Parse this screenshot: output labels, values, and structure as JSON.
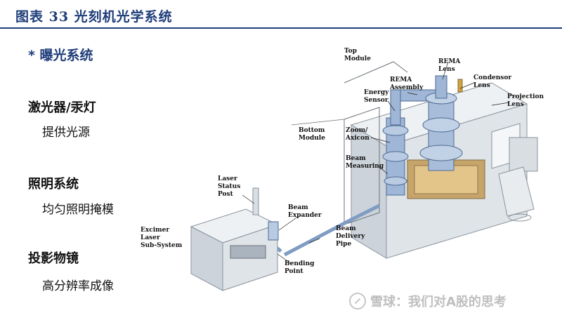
{
  "header": {
    "title": "图表 33   光刻机光学系统"
  },
  "section_title": "* 曝光系统",
  "left_items": [
    {
      "label": "激光器/汞灯",
      "desc": "提供光源"
    },
    {
      "label": "照明系统",
      "desc": "均匀照明掩模"
    },
    {
      "label": "投影物镜",
      "desc": "高分辨率成像"
    }
  ],
  "diagram_labels": {
    "top_module": [
      "Top",
      "Module"
    ],
    "rema_lens": [
      "REMA",
      "Lens"
    ],
    "rema_assembly": [
      "REMA",
      "Assembly"
    ],
    "energy_sensor": [
      "Energy",
      "Sensor"
    ],
    "condensor_lens": [
      "Condensor",
      "Lens"
    ],
    "projection_lens": [
      "Projection",
      "Lens"
    ],
    "bottom_module": [
      "Bottom",
      "Module"
    ],
    "zoom_axicon": [
      "Zoom/",
      "Axicon"
    ],
    "beam_measuring": [
      "Beam",
      "Measuring"
    ],
    "laser_status_post": [
      "Laser",
      "Status",
      "Post"
    ],
    "beam_expander": [
      "Beam",
      "Expander"
    ],
    "excimer_laser": [
      "Excimer",
      "Laser",
      "Sub-System"
    ],
    "beam_delivery_pipe": [
      "Beam",
      "Delivery",
      "Pipe"
    ],
    "bending_point": [
      "Bending",
      "Point"
    ]
  },
  "watermark": "雪球：我们对A股的思考",
  "colors": {
    "accent": "#1f3d7a",
    "machine": "#e4e8ec",
    "pipe": "#7f9cc4"
  }
}
